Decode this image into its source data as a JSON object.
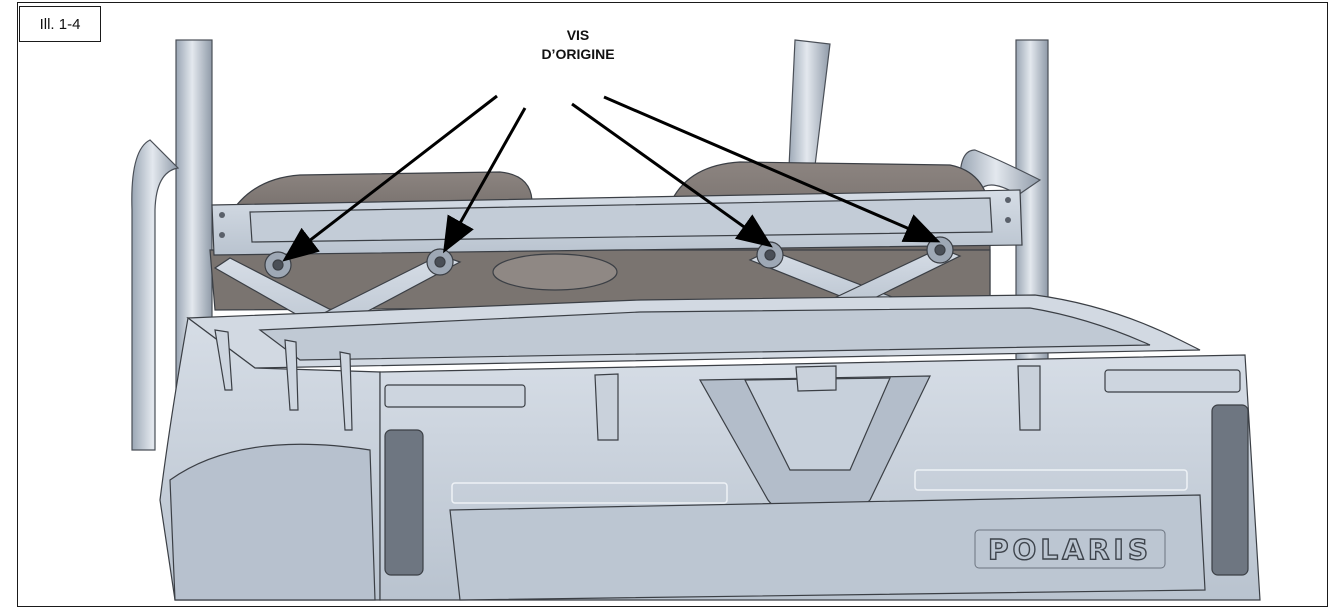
{
  "figure": {
    "label": "Ill. 1-4",
    "callout_lines": [
      "VIS",
      "D’ORIGINE"
    ],
    "brand_logo": "POLARIS"
  },
  "icons": {
    "screw_markers": "screw-hole-icon",
    "logo": "polaris-logo-icon"
  },
  "colors": {
    "body": "#c9d2dd",
    "body_dark": "#a9b4c2",
    "outline": "#3b3f45",
    "shadow": "#6e6a67",
    "arrow": "#000000"
  }
}
